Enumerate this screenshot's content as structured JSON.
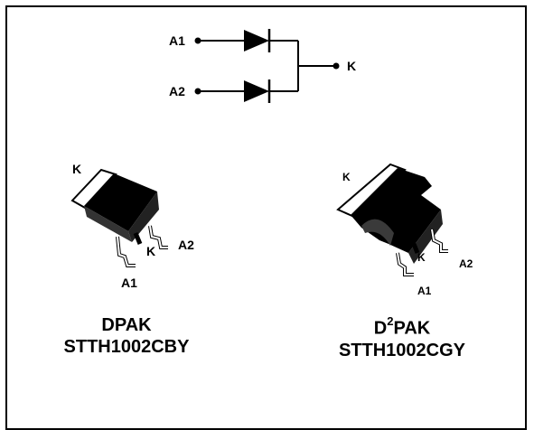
{
  "schematic": {
    "anode1_label": "A1",
    "anode2_label": "A2",
    "cathode_label": "K"
  },
  "packages": [
    {
      "id": "dpak",
      "name": "DPAK",
      "part_number": "STTH1002CBY",
      "pins": {
        "k_tab": "K",
        "k_center": "K",
        "a1": "A1",
        "a2": "A2"
      }
    },
    {
      "id": "d2pak",
      "name_prefix": "D",
      "name_superscript": "2",
      "name_suffix": "PAK",
      "part_number": "STTH1002CGY",
      "pins": {
        "k_tab": "K",
        "k_center": "K",
        "a1": "A1",
        "a2": "A2"
      }
    }
  ]
}
